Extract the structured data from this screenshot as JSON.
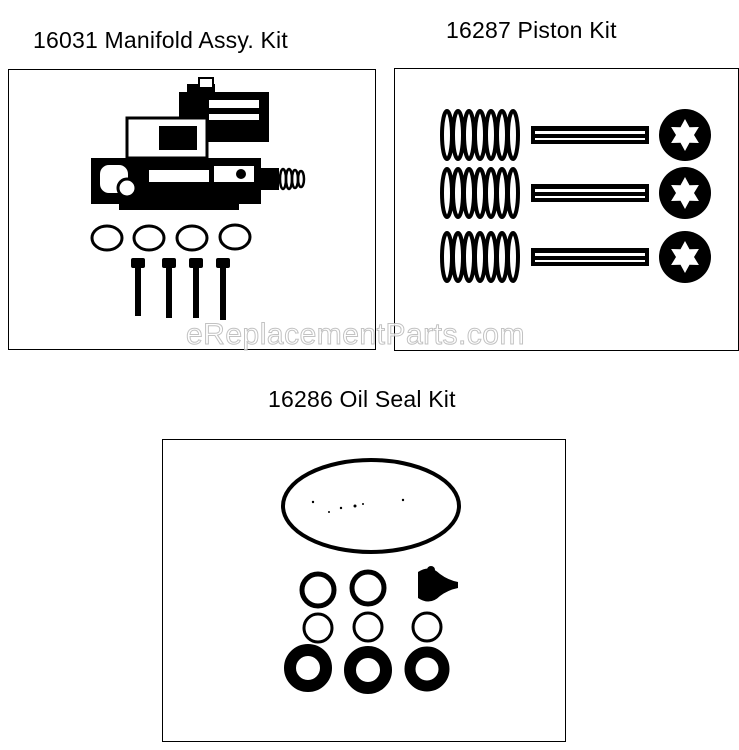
{
  "kits": {
    "manifold": {
      "label": "16031 Manifold Assy. Kit"
    },
    "piston": {
      "label": "16287 Piston Kit"
    },
    "oil_seal": {
      "label": "16286 Oil Seal Kit"
    }
  },
  "watermark": "eReplacementParts.com",
  "colors": {
    "ink": "#000000",
    "paper": "#ffffff",
    "watermark": "#b8b8b8"
  }
}
